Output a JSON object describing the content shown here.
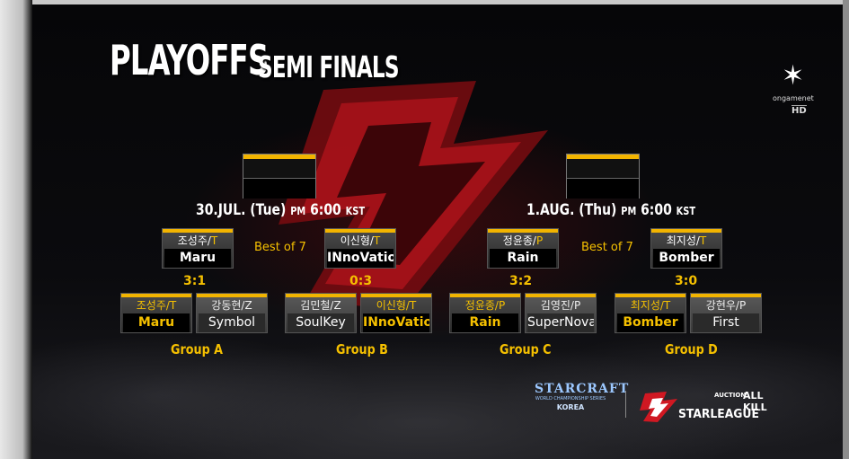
{
  "title": {
    "main": "PLAYOFFS",
    "sub": "SEMI FINALS"
  },
  "broadcaster": {
    "name": "ongamenet",
    "badge": "HD",
    "icon": "ongamenet-star-icon"
  },
  "matches": [
    {
      "date": {
        "day": "30.JUL.",
        "weekday": "(Tue)",
        "pm": "PM",
        "time": "6:00",
        "tz": "KST"
      },
      "format": "Best of 7",
      "players": [
        {
          "ko": "조성주/",
          "race": "T",
          "en": "Maru"
        },
        {
          "ko": "이신형/",
          "race": "T",
          "en": "INnoVation"
        }
      ]
    },
    {
      "date": {
        "day": "1.AUG.",
        "weekday": "(Thu)",
        "pm": "PM",
        "time": "6:00",
        "tz": "KST"
      },
      "format": "Best of 7",
      "players": [
        {
          "ko": "정윤종/",
          "race": "P",
          "en": "Rain"
        },
        {
          "ko": "최지성/",
          "race": "T",
          "en": "Bomber"
        }
      ]
    }
  ],
  "groups": [
    {
      "name": "Group A",
      "score": "3:1",
      "players": [
        {
          "ko": "조성주/",
          "race": "T",
          "en": "Maru"
        },
        {
          "ko": "강동현/",
          "race": "Z",
          "en": "Symbol"
        }
      ]
    },
    {
      "name": "Group B",
      "score": "0:3",
      "players": [
        {
          "ko": "김민철/",
          "race": "Z",
          "en": "SoulKey"
        },
        {
          "ko": "이신형/",
          "race": "T",
          "en": "INnoVation"
        }
      ]
    },
    {
      "name": "Group C",
      "score": "3:2",
      "players": [
        {
          "ko": "정윤종/",
          "race": "P",
          "en": "Rain"
        },
        {
          "ko": "김영진/",
          "race": "P",
          "en": "SuperNova"
        }
      ]
    },
    {
      "name": "Group D",
      "score": "3:0",
      "players": [
        {
          "ko": "최지성/",
          "race": "T",
          "en": "Bomber"
        },
        {
          "ko": "강현우/",
          "race": "P",
          "en": "First"
        }
      ]
    }
  ],
  "sponsors": {
    "starcraft": {
      "line1": "STARCRAFT",
      "line2": "WORLD CHAMPIONSHIP SERIES",
      "line3": "KOREA"
    },
    "starleague": {
      "auction": "AUCTION",
      "allkill": "ALL KILL",
      "name": "STARLEAGUE"
    }
  },
  "colors": {
    "accent": "#f2b400",
    "text_gold": "#f5c000",
    "emblem_red": "#b3141c"
  }
}
